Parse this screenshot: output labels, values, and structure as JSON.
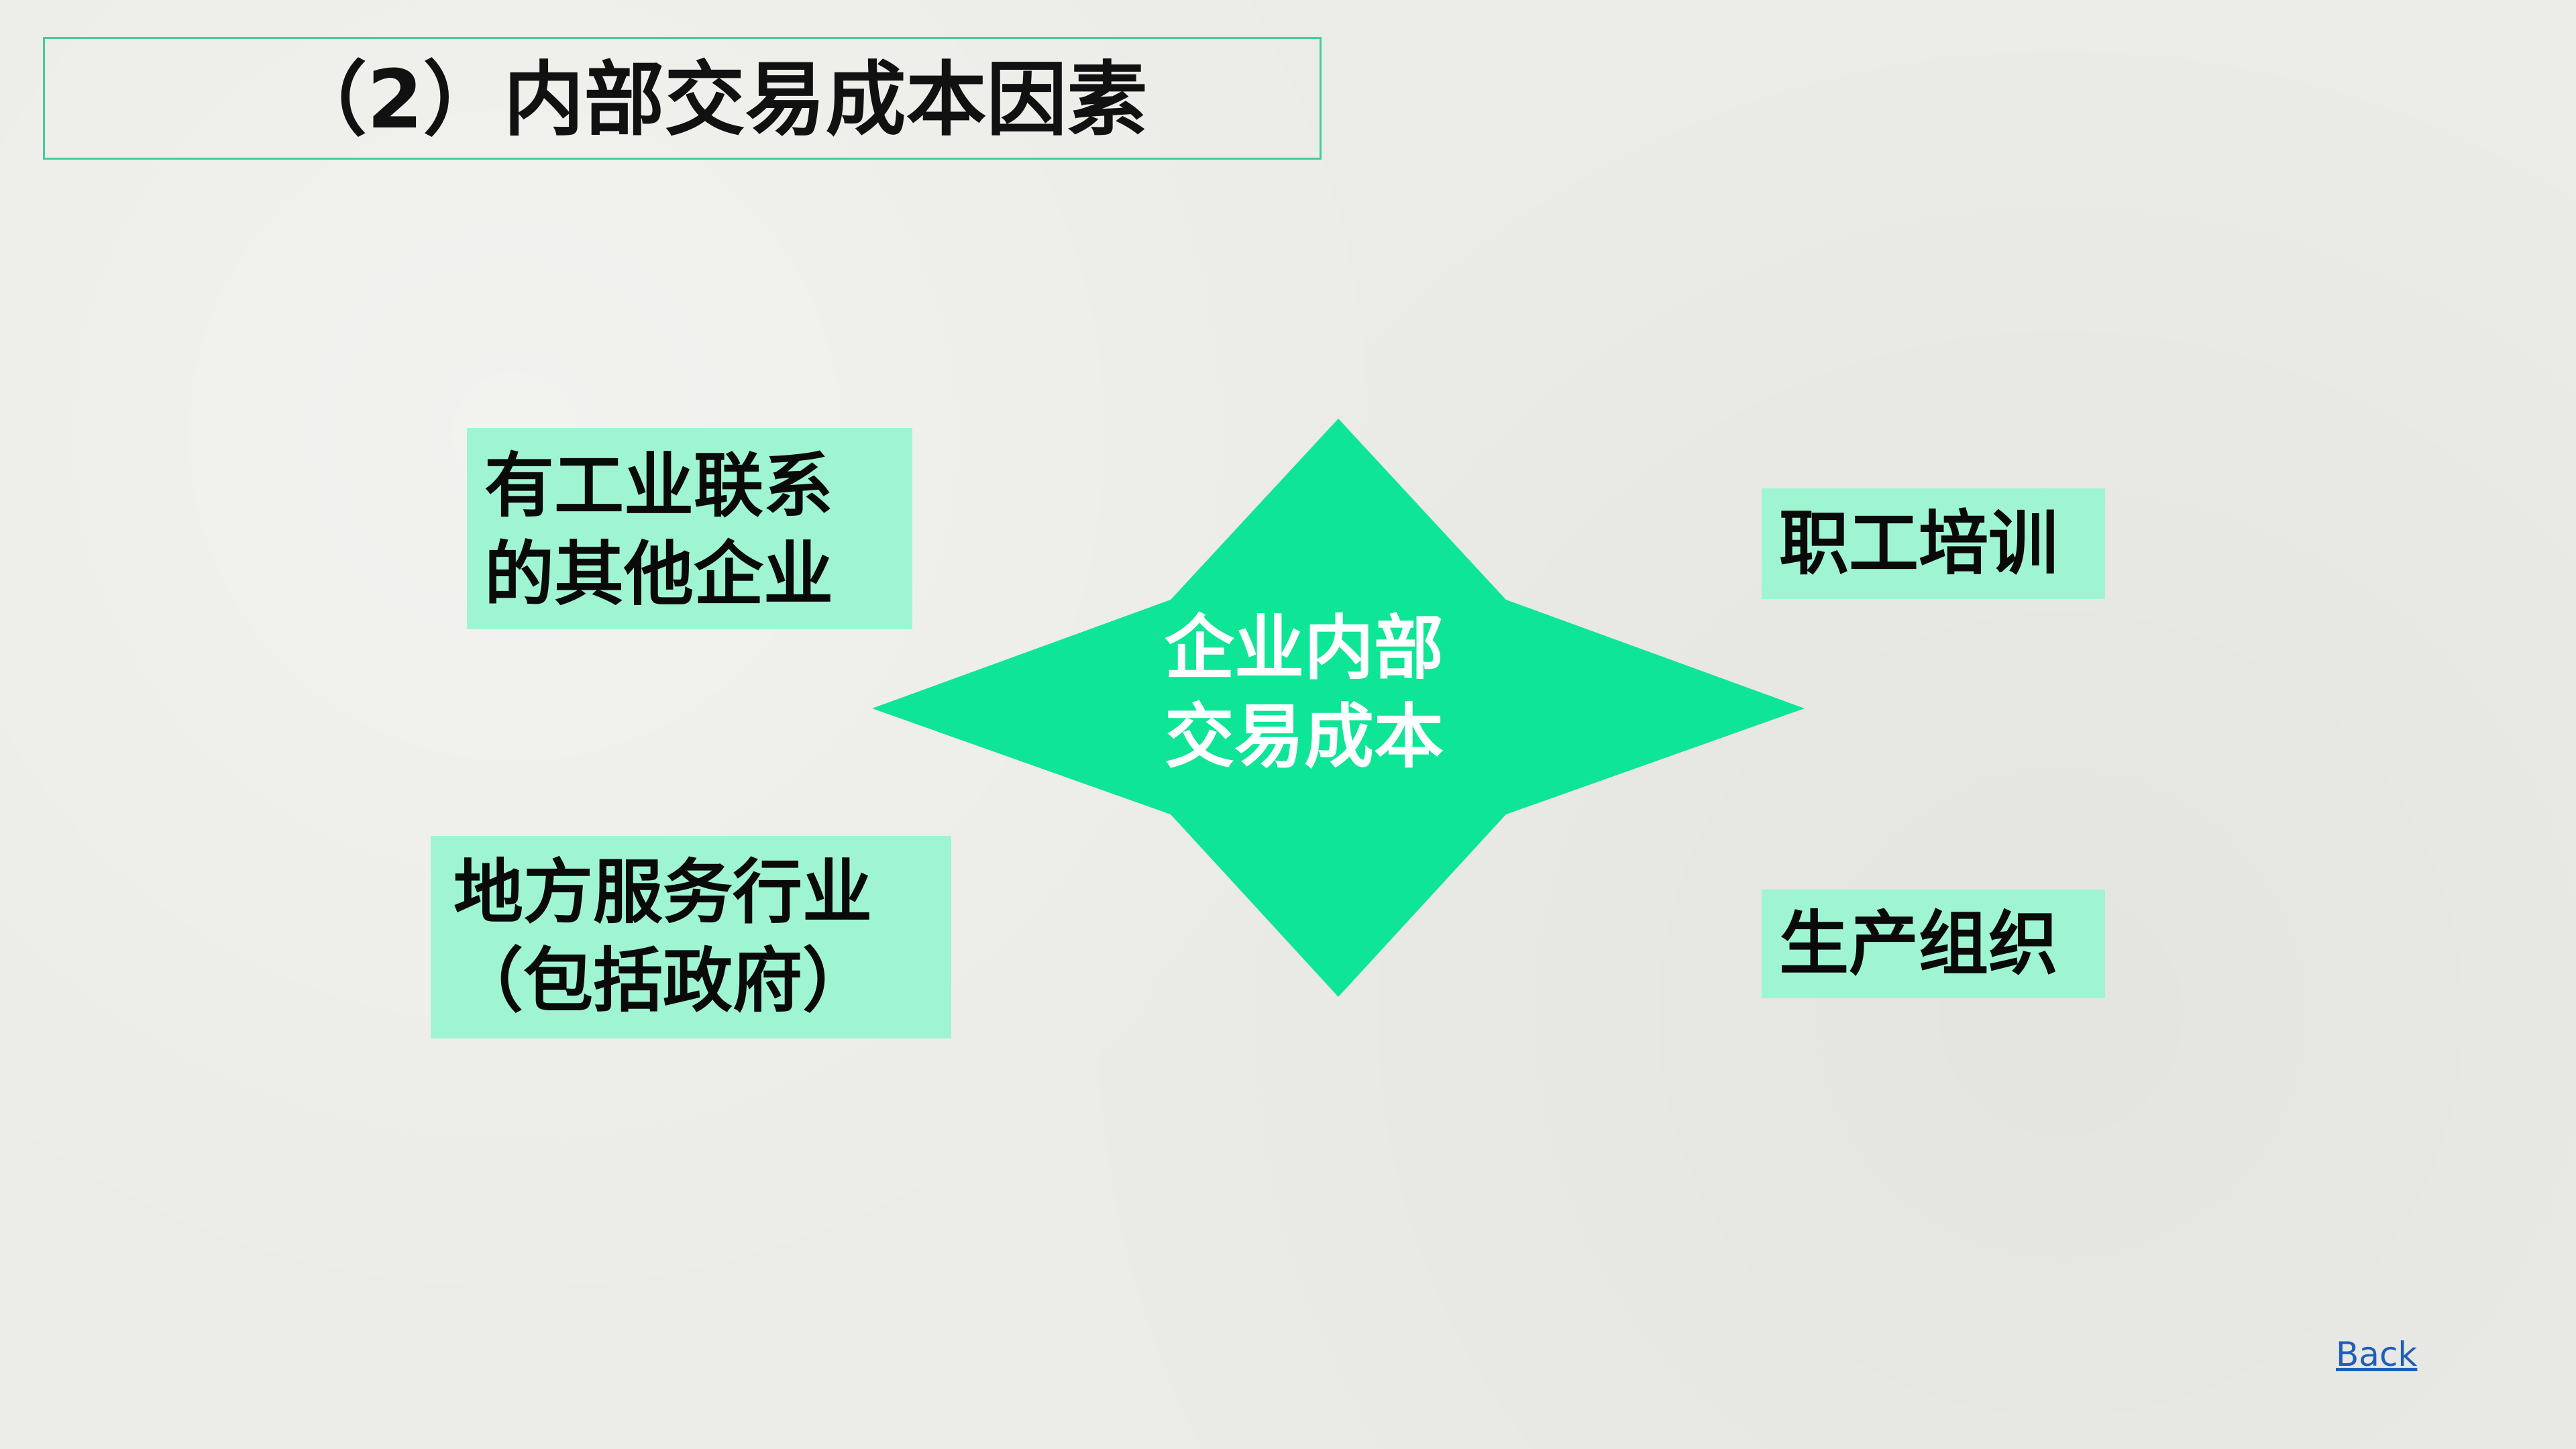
{
  "slide": {
    "title": "（2）内部交易成本因素"
  },
  "diagram": {
    "center": {
      "lines": [
        "企业内部",
        "交易成本"
      ]
    },
    "left_top": {
      "lines": [
        "有工业联系",
        "的其他企业"
      ]
    },
    "left_bottom": {
      "lines": [
        "地方服务行业",
        "（包括政府）"
      ]
    },
    "right_top": {
      "label": "职工培训"
    },
    "right_bottom": {
      "label": "生产组织"
    }
  },
  "navigation": {
    "back_label": "Back"
  },
  "colors": {
    "accent_green": "#0fe596",
    "label_fill": "#9ff5d2",
    "title_border": "#3fcf95",
    "link_blue": "#1f5fb8"
  }
}
